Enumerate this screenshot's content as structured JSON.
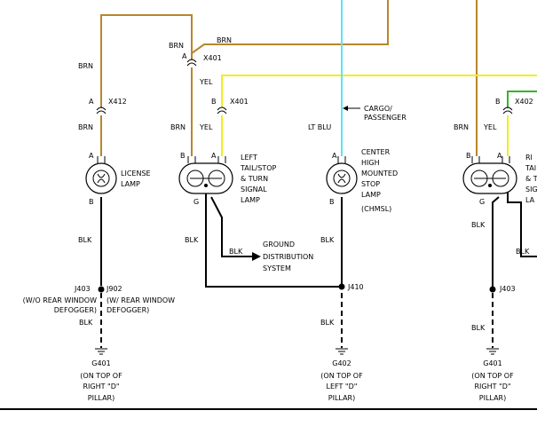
{
  "colors": {
    "brn": "#b8862b",
    "yel": "#f2ee1c",
    "lt_blu": "#5fe3f0",
    "grn": "#2fb52f",
    "blk": "#000000",
    "background": "#ffffff"
  },
  "wire_colors": {
    "brn": "BRN",
    "yel": "YEL",
    "lt_blu": "LT BLU",
    "blk": "BLK"
  },
  "connectors": {
    "x401": "X401",
    "x412": "X412",
    "x402": "X402",
    "pin_a": "A",
    "pin_b": "B",
    "pin_g": "G"
  },
  "components": {
    "license_lamp": [
      "LICENSE",
      "LAMP"
    ],
    "left_tail_lamp": [
      "LEFT",
      "TAIL/STOP",
      "& TURN",
      "SIGNAL",
      "LAMP"
    ],
    "chmsl": [
      "CENTER",
      "HIGH",
      "MOUNTED",
      "STOP",
      "LAMP",
      "(CHMSL)"
    ],
    "right_tail_partial": [
      "RI",
      "TAI",
      "& T",
      "SIG",
      "LA"
    ]
  },
  "notes": {
    "cargo_passenger": [
      "CARGO/",
      "PASSENGER"
    ],
    "ground_distribution": [
      "GROUND",
      "DISTRIBUTION",
      "SYSTEM"
    ]
  },
  "splices": {
    "j403": "J403",
    "j902": "J902",
    "j410": "J410",
    "j403_right": "J403"
  },
  "splice_notes": {
    "j403_option": [
      "(W/O REAR WINDOW",
      "DEFOGGER)"
    ],
    "j902_option": [
      "(W/ REAR WINDOW",
      "DEFOGGER)"
    ]
  },
  "grounds": {
    "g401_left": {
      "id": "G401",
      "location": [
        "(ON TOP OF",
        "RIGHT \"D\"",
        "PILLAR)"
      ]
    },
    "g402": {
      "id": "G402",
      "location": [
        "(ON TOP OF",
        "LEFT \"D\"",
        "PILLAR)"
      ]
    },
    "g401_right": {
      "id": "G401",
      "location": [
        "(ON TOP OF",
        "RIGHT \"D\"",
        "PILLAR)"
      ]
    }
  }
}
